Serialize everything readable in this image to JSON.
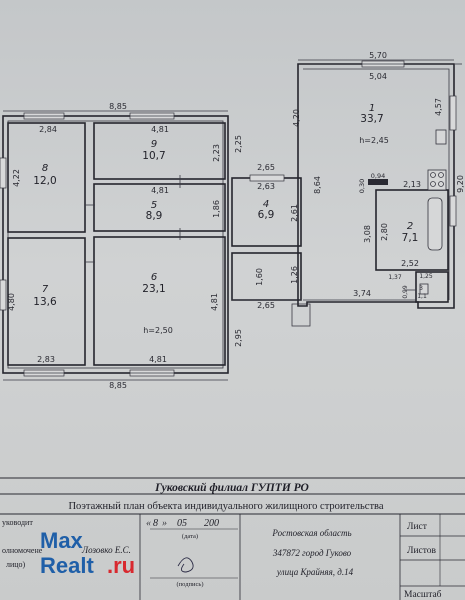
{
  "plan": {
    "overall_width_top": "8,85",
    "overall_width_bottom": "8,85",
    "overall_right_height": "9,20",
    "annex_top_outer": "5,70",
    "annex_top_inner": "5,04",
    "annex_right": "4,57",
    "annex_left": "4,20",
    "annex_mid_vertical": "8,64",
    "annex_bottom": "3,74",
    "ceiling_annex": "h=2,45",
    "ceiling_main": "h=2,50",
    "rooms": [
      {
        "no": "1",
        "area": "33,7"
      },
      {
        "no": "2",
        "area": "7,1"
      },
      {
        "no": "4",
        "area": "6,9"
      },
      {
        "no": "5",
        "area": "8,9"
      },
      {
        "no": "6",
        "area": "23,1"
      },
      {
        "no": "7",
        "area": "13,6"
      },
      {
        "no": "8",
        "area": "12,0"
      },
      {
        "no": "9",
        "area": "10,7"
      }
    ],
    "dims": {
      "r8_top": "2,84",
      "r8_left": "4,22",
      "r7_left": "4,80",
      "r7_bottom": "2,83",
      "r9_top": "4,81",
      "r9_right": "2,23",
      "r5_top": "4,81",
      "r5_right": "1,86",
      "r6_right": "4,81",
      "r6_bottom": "4,81",
      "gap_225": "2,25",
      "gap_265a": "2,65",
      "gap_295": "2,95",
      "r4_top": "2,63",
      "r4_right": "2,61",
      "vest_left": "1,60",
      "vest_right": "1,26",
      "vest_bottom": "2,65",
      "r2_width": "2,13",
      "r2_left": "3,08",
      "r2_inner": "2,80",
      "r2_bottom": "2,52",
      "tiny_030": "0,30",
      "tiny_094": "0,94",
      "wc_137": "1,37",
      "wc_125": "1,25",
      "wc_099": "0,99",
      "wc_3": "3",
      "wc_11": "1,1"
    }
  },
  "title_block": {
    "org": "Гуковский филиал ГУПТИ РО",
    "subtitle": "Поэтажный план объекта индивидуального жилищного строительства",
    "left_col": [
      "уководит",
      "олномочене",
      "лицо)"
    ],
    "name": "Лозовко Е.С.",
    "date_day": "8",
    "date_month": "05",
    "date_year": "200",
    "date_label": "(дата)",
    "signature_label": "(подпись)",
    "address": [
      "Ростовская область",
      "347872 город Гуково",
      "улица Крайняя, д.14"
    ],
    "right_labels": [
      "Лист",
      "Листов",
      "Масштаб"
    ]
  },
  "watermark": {
    "line1": "Max",
    "line2": "Realt",
    "tld": ".ru"
  },
  "colors": {
    "watermark_blue": "#1f5fa8",
    "watermark_red": "#d8292f"
  }
}
